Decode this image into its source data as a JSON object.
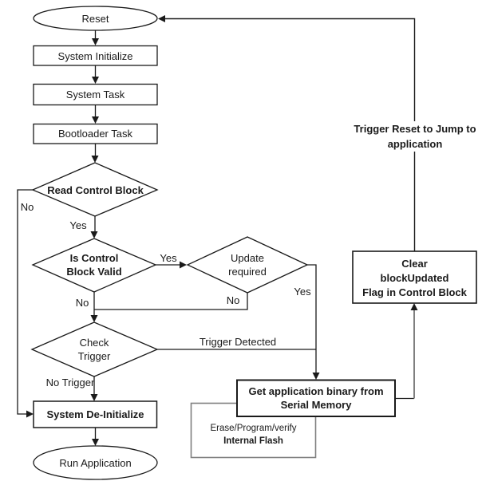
{
  "diagram": {
    "nodes": {
      "reset": "Reset",
      "system_initialize": "System Initialize",
      "system_task": "System Task",
      "bootloader_task": "Bootloader Task",
      "read_control_block": "Read Control Block",
      "is_control_block_valid": "Is Control\nBlock Valid",
      "update_required": "Update\nrequired",
      "check_trigger": "Check\nTrigger",
      "system_deinitialize": "System De-Initialize",
      "run_application": "Run Application",
      "get_application_binary": "Get application binary from\nSerial Memory",
      "erase_program_verify": "Erase/Program/verify",
      "internal_flash": "Internal Flash",
      "clear_block_updated": "Clear\nblockUpdated\nFlag in Control Block"
    },
    "labels": {
      "read_yes": "Yes",
      "read_no": "No",
      "valid_yes": "Yes",
      "valid_no": "No",
      "update_yes": "Yes",
      "update_no": "No",
      "trigger_detected": "Trigger Detected",
      "no_trigger": "No Trigger",
      "trigger_reset_note": "Trigger Reset to Jump to\napplication"
    },
    "colors": {
      "line": "#1a1a1a",
      "gray_line": "#808080",
      "background": "#ffffff"
    }
  }
}
